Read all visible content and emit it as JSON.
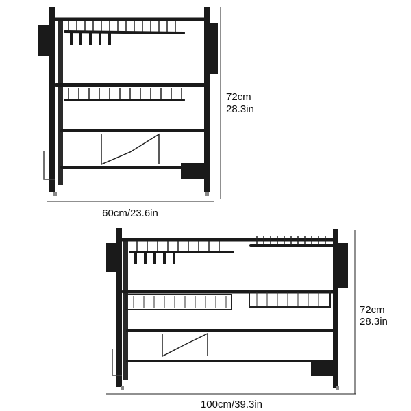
{
  "colors": {
    "rack": "#1a1a1a",
    "background": "#ffffff",
    "dimension_line": "#222222"
  },
  "small_rack": {
    "height_cm": "72cm",
    "height_in": "28.3in",
    "width_label": "60cm/23.6in"
  },
  "large_rack": {
    "height_cm": "72cm",
    "height_in": "28.3in",
    "width_label": "100cm/39.3in"
  }
}
